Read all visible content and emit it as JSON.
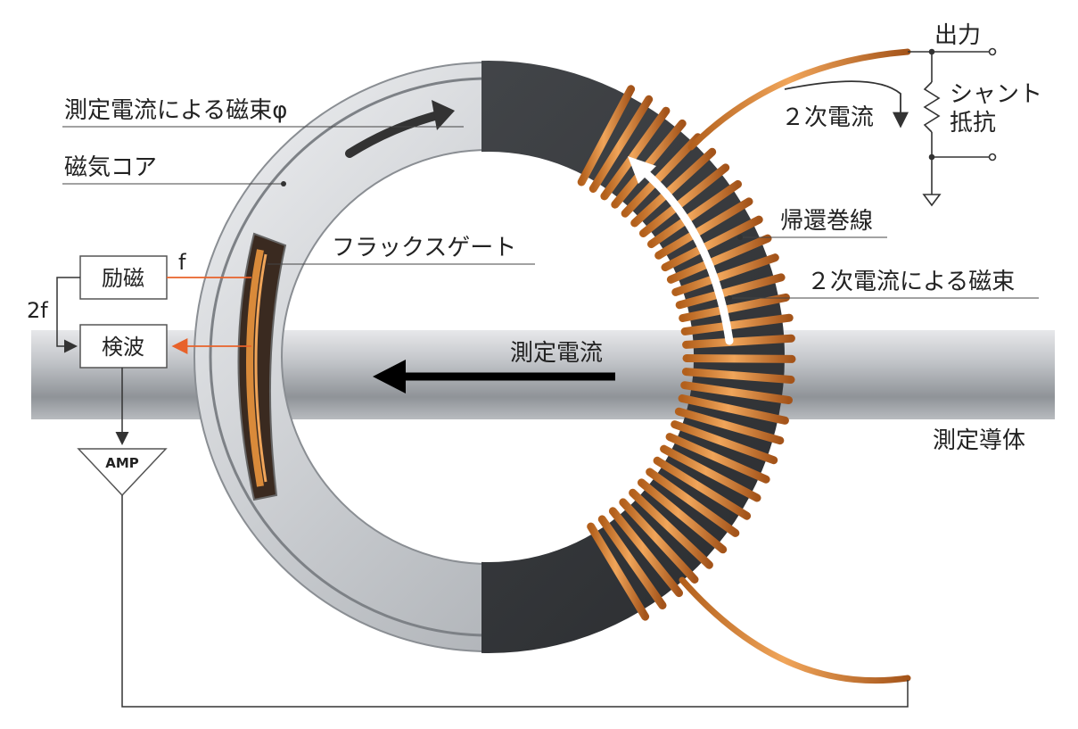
{
  "labels": {
    "flux_by_measured_current": "測定電流による磁束φ",
    "magnetic_core": "磁気コア",
    "fluxgate": "フラックスゲート",
    "feedback_winding": "帰還巻線",
    "flux_by_secondary_current": "２次電流による磁束",
    "measured_current": "測定電流",
    "measured_conductor": "測定導体",
    "output": "出力",
    "shunt_resistor_line1": "シャント",
    "shunt_resistor_line2": "抵抗",
    "secondary_current": "２次電流",
    "f": "f",
    "two_f": "2f"
  },
  "blocks": {
    "excitation": "励磁",
    "detection": "検波",
    "amp": "AMP"
  },
  "colors": {
    "orange_signal": "#e8622a",
    "copper": "#d98a3a",
    "ferrite": "#3a3d40",
    "steel": "#c9ccd0",
    "line": "#333333"
  },
  "icons": {
    "resistor": "resistor-zigzag-icon",
    "ground": "ground-symbol-icon"
  }
}
